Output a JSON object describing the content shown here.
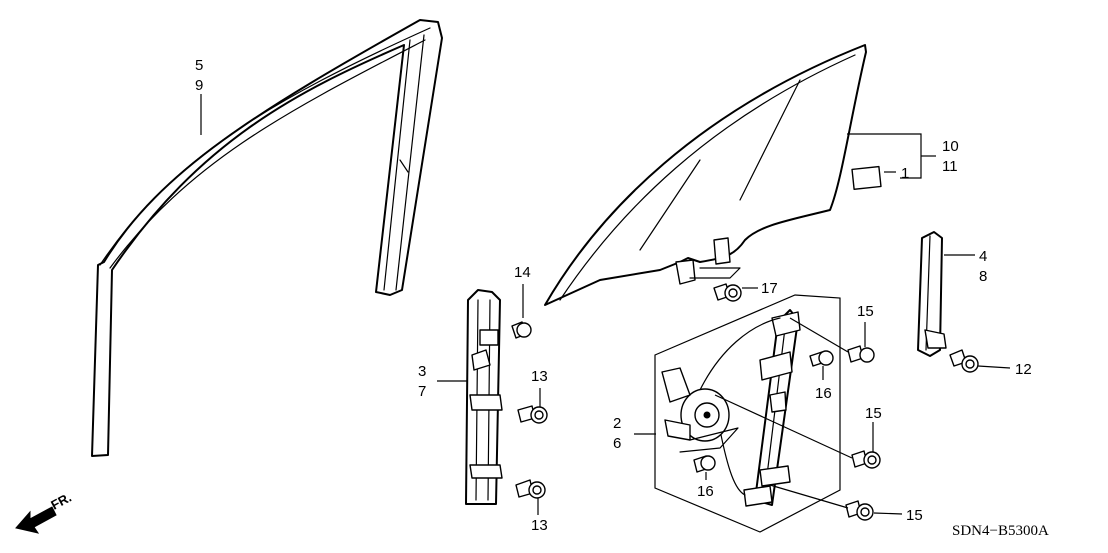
{
  "diagram_code": "SDN4−B5300A",
  "front_marker": "FR.",
  "callouts": {
    "c5": "5",
    "c9": "9",
    "c10": "10",
    "c11": "11",
    "c1": "1",
    "c14": "14",
    "c17": "17",
    "c4": "4",
    "c8": "8",
    "c3": "3",
    "c7": "7",
    "c13a": "13",
    "c13b": "13",
    "c15a": "15",
    "c15b": "15",
    "c15c": "15",
    "c16a": "16",
    "c16b": "16",
    "c2": "2",
    "c6": "6",
    "c12": "12"
  }
}
